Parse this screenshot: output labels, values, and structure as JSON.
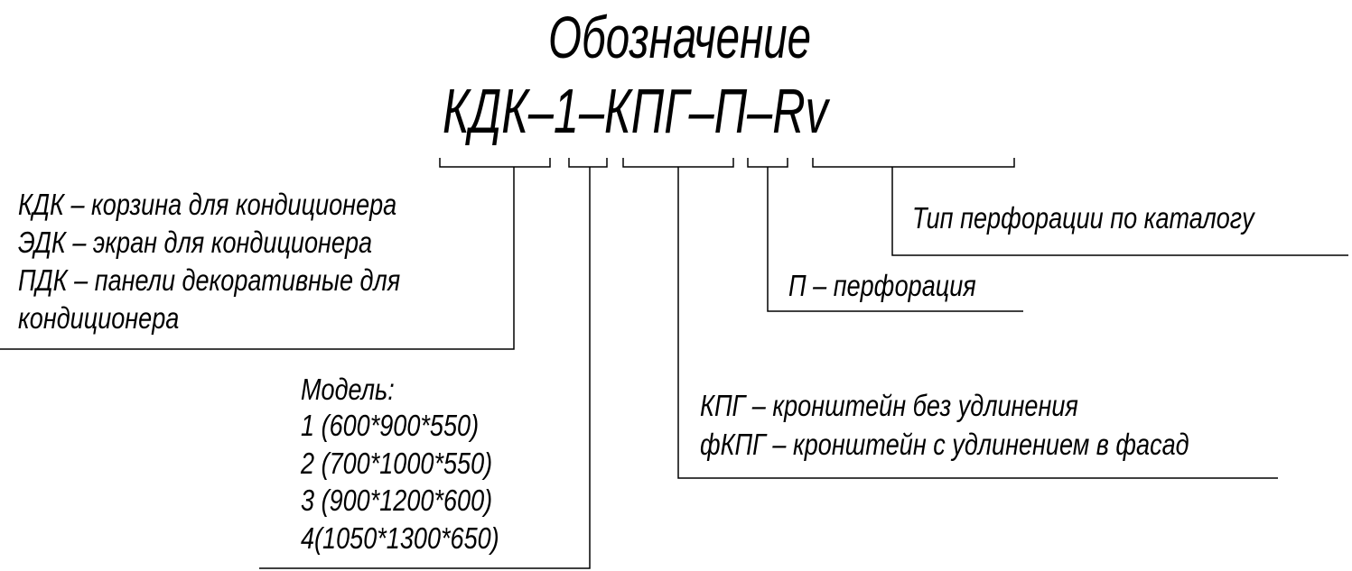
{
  "title": "Обозначение",
  "code": "КДК–1–КПГ–П–Rv",
  "product_type": {
    "lines": [
      "КДК – корзина для кондиционера",
      "ЭДК – экран для кондиционера",
      "ПДК – панели декоративные для",
      "кондиционера"
    ]
  },
  "model": {
    "heading": "Модель:",
    "options": [
      "1 (600*900*550)",
      "2 (700*1000*550)",
      "3 (900*1200*600)",
      "4(1050*1300*650)"
    ]
  },
  "bracket": {
    "lines": [
      "КПГ – кронштейн без удлинения",
      "фКПГ – кронштейн с удлинением в фасад"
    ]
  },
  "perforation": "П – перфорация",
  "perforation_type": "Тип перфорации по каталогу"
}
